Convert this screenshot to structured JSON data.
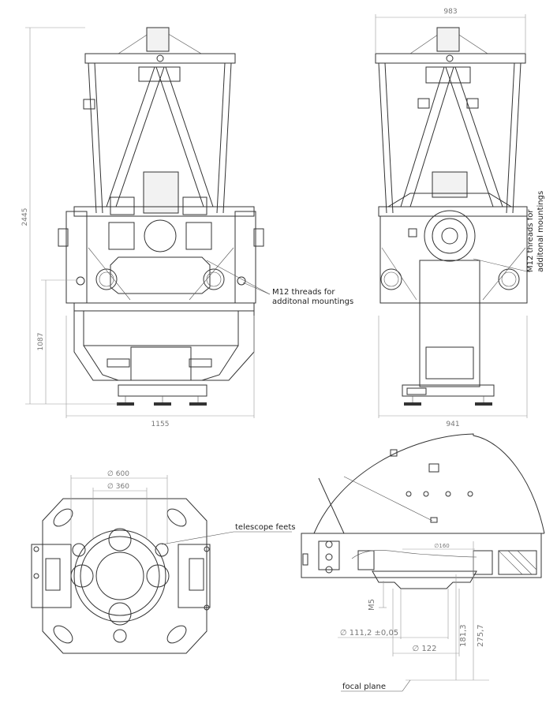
{
  "front_view": {
    "width_dim": "1155",
    "height_dim": "2445",
    "axis_height_dim": "1087",
    "callout": [
      "M12 threads for",
      "additonal mountings"
    ]
  },
  "side_view": {
    "width_top_dim": "983",
    "width_bottom_dim": "941",
    "callout": [
      "M12 threads for",
      "additonal mountings"
    ]
  },
  "top_view": {
    "dia_outer": "∅ 600",
    "dia_inner": "∅ 360",
    "callout": "telescope feets"
  },
  "detail_view": {
    "dia_160": "∅160",
    "thread": "M5",
    "dia_111": "∅ 111,2 ±0,05",
    "dia_122": "∅ 122",
    "len_181": "181,3",
    "len_275": "275,7",
    "callout": "focal plane"
  }
}
